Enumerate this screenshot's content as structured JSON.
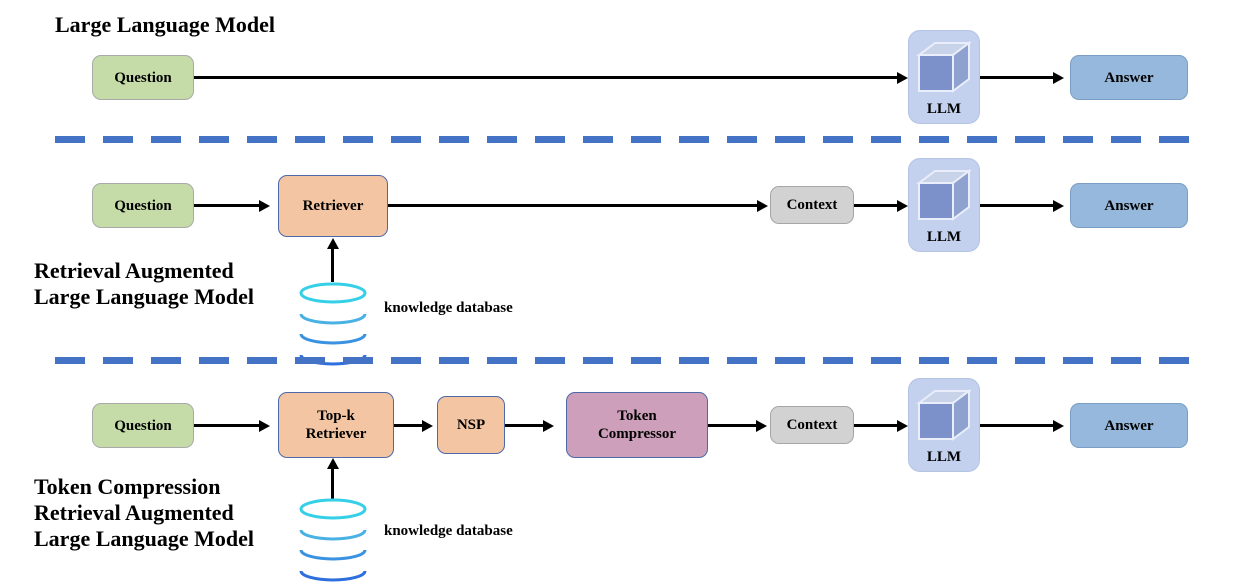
{
  "diagram": {
    "title_row1": "Large Language Model",
    "title_row2": "Retrieval Augmented\nLarge Language Model",
    "title_row3": "Token Compression\nRetrieval Augmented\nLarge Language Model"
  },
  "row1": {
    "question": "Question",
    "llm": "LLM",
    "answer": "Answer"
  },
  "row2": {
    "question": "Question",
    "retriever": "Retriever",
    "context": "Context",
    "llm": "LLM",
    "answer": "Answer",
    "database_caption": "knowledge database"
  },
  "row3": {
    "question": "Question",
    "topk_retriever": "Top-k\nRetriever",
    "nsp": "NSP",
    "token_compressor": "Token\nCompressor",
    "context": "Context",
    "llm": "LLM",
    "answer": "Answer",
    "database_caption": "knowledge database"
  },
  "colors": {
    "question_fill": "#c5dca8",
    "retriever_fill": "#f3c5a3",
    "compressor_fill": "#ce9fba",
    "context_fill": "#d2d2d2",
    "answer_fill": "#96b8dc",
    "llm_panel_fill": "#c3d1ee",
    "cube_front": "#7c90c9",
    "cube_top": "#c8d3ea",
    "cube_side": "#8fa2cf",
    "divider_blue": "#4472c4",
    "db_top_stroke": "#35d0e8",
    "db_bottom_stroke": "#2d6fdc",
    "arrow_black": "#000000"
  }
}
